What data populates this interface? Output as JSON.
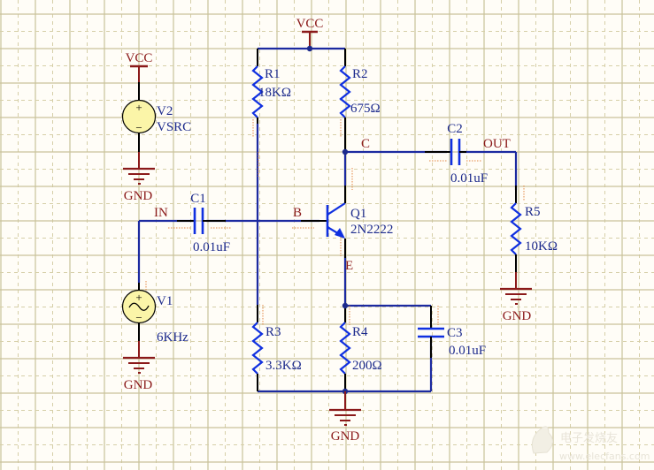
{
  "title": "Common-Emitter Amplifier Schematic (2N2222)",
  "colors": {
    "background": "#fffdf7",
    "grid_major": "#c9c29a",
    "grid_minor": "#d6cfa8",
    "wire": "#1c2aa0",
    "component": "#1030e0",
    "lead": "#000000",
    "power": "#8b1a1a",
    "source_fill": "#fbf5a8",
    "designator_text": "#1c2a8c",
    "net_text": "#8b1a1a",
    "junction": "#1c2a8c",
    "ratsnest": "#e07a30"
  },
  "nets": {
    "vcc_top": "VCC",
    "vcc_v2": "VCC",
    "gnd_v2": "GND",
    "gnd_v1": "GND",
    "gnd_main": "GND",
    "gnd_r5": "GND",
    "in": "IN",
    "b": "B",
    "c": "C",
    "e": "E",
    "out": "OUT"
  },
  "components": {
    "v2": {
      "designator": "V2",
      "value": "VSRC",
      "type": "dc-source",
      "plus": "+",
      "minus": "−"
    },
    "v1": {
      "designator": "V1",
      "value": "6KHz",
      "type": "ac-source",
      "plus": "+",
      "minus": "−"
    },
    "r1": {
      "designator": "R1",
      "value": "18KΩ"
    },
    "r2": {
      "designator": "R2",
      "value": "675Ω"
    },
    "r3": {
      "designator": "R3",
      "value": "3.3KΩ"
    },
    "r4": {
      "designator": "R4",
      "value": "200Ω"
    },
    "r5": {
      "designator": "R5",
      "value": "10KΩ"
    },
    "c1": {
      "designator": "C1",
      "value": "0.01uF"
    },
    "c2": {
      "designator": "C2",
      "value": "0.01uF"
    },
    "c3": {
      "designator": "C3",
      "value": "0.01uF"
    },
    "q1": {
      "designator": "Q1",
      "value": "2N2222",
      "type": "npn-transistor"
    }
  },
  "watermark": {
    "text_cn": "电子发烧友",
    "text_url": "www.elecfans.com"
  }
}
